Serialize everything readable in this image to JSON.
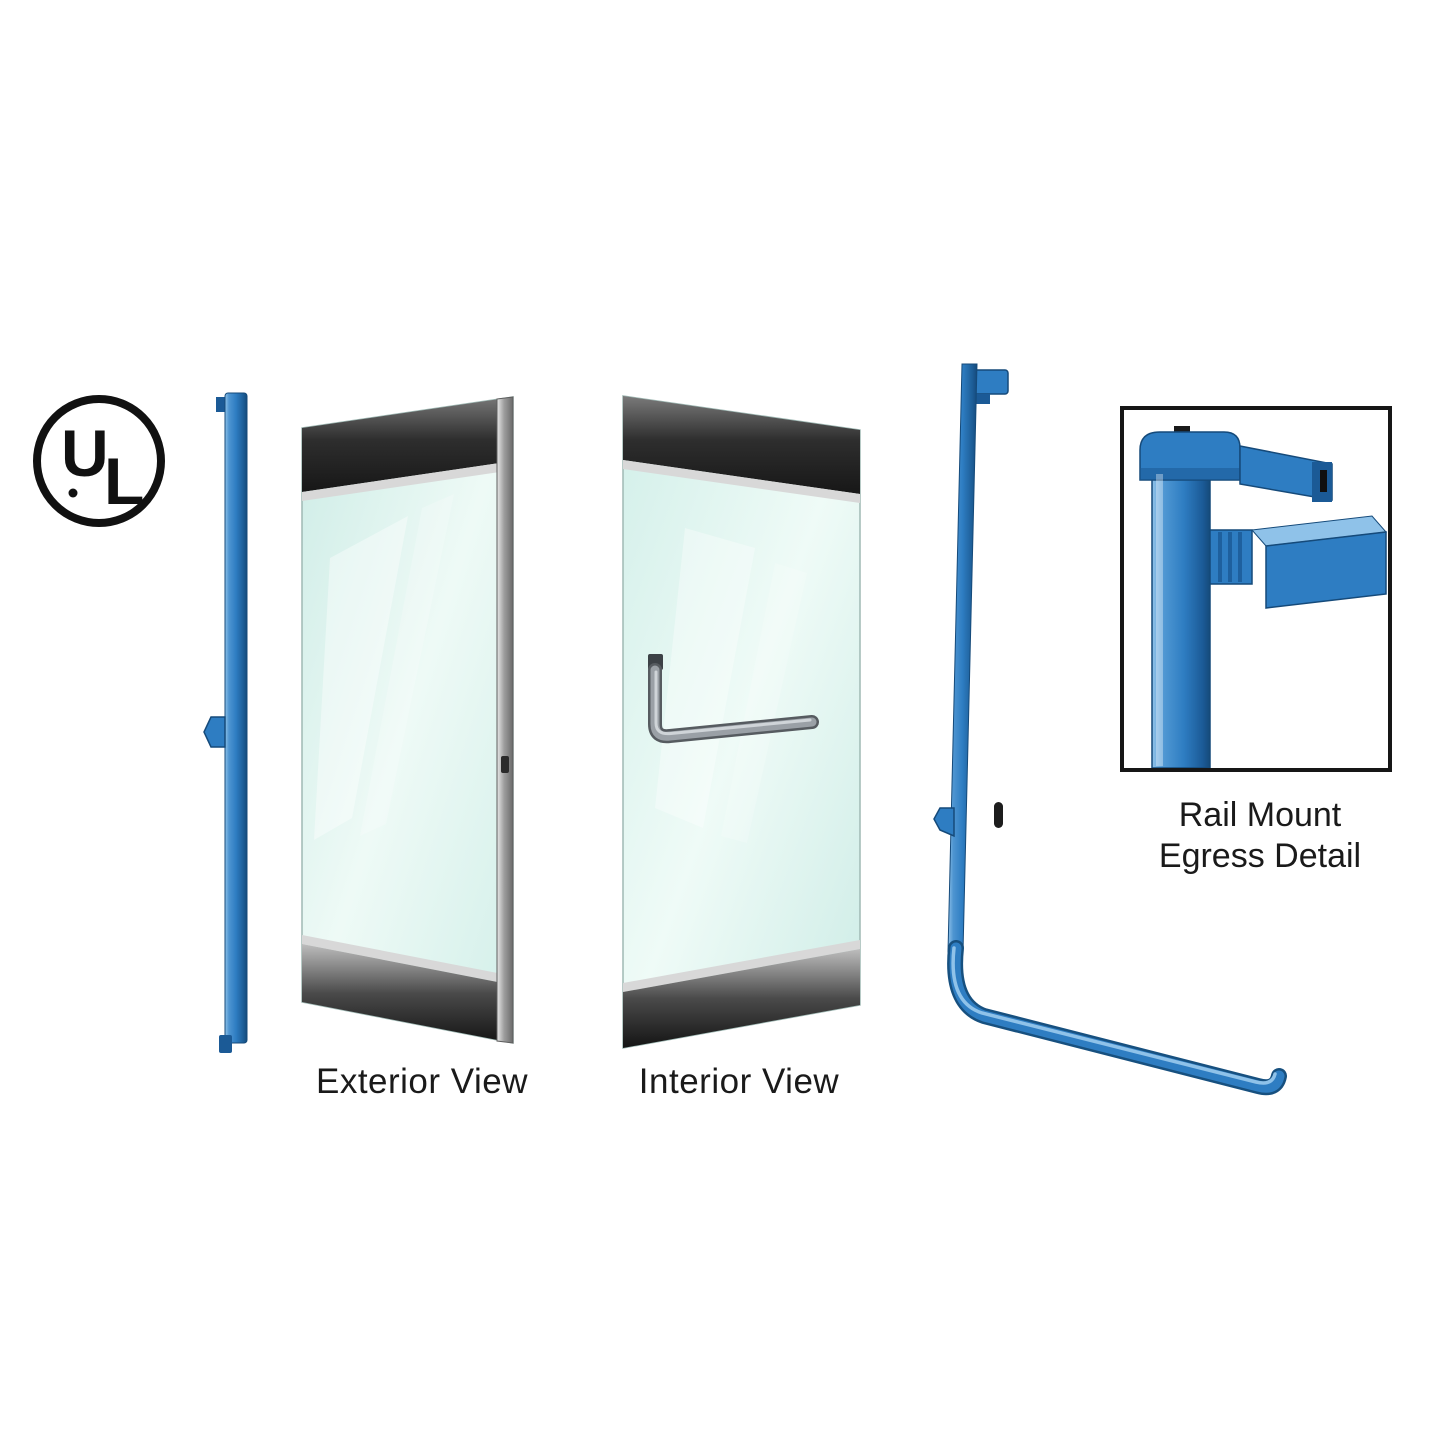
{
  "ul_mark": {
    "letter_u": "U",
    "letter_l": "L"
  },
  "views": {
    "exterior_label": "Exterior View",
    "interior_label": "Interior View"
  },
  "detail": {
    "caption_line1": "Rail Mount",
    "caption_line2": "Egress Detail"
  },
  "colors": {
    "page_bg": "#ffffff",
    "device_blue": "#2e7dc2",
    "device_blue_dark": "#1b5a96",
    "device_blue_light": "#8fc2e9",
    "glass_mint": "#d9f2ec",
    "frame_dark": "#2b2b2b",
    "frame_silver": "#d8d8d8",
    "handle_gray": "#9aa0a6",
    "text_color": "#1a1a1a"
  }
}
